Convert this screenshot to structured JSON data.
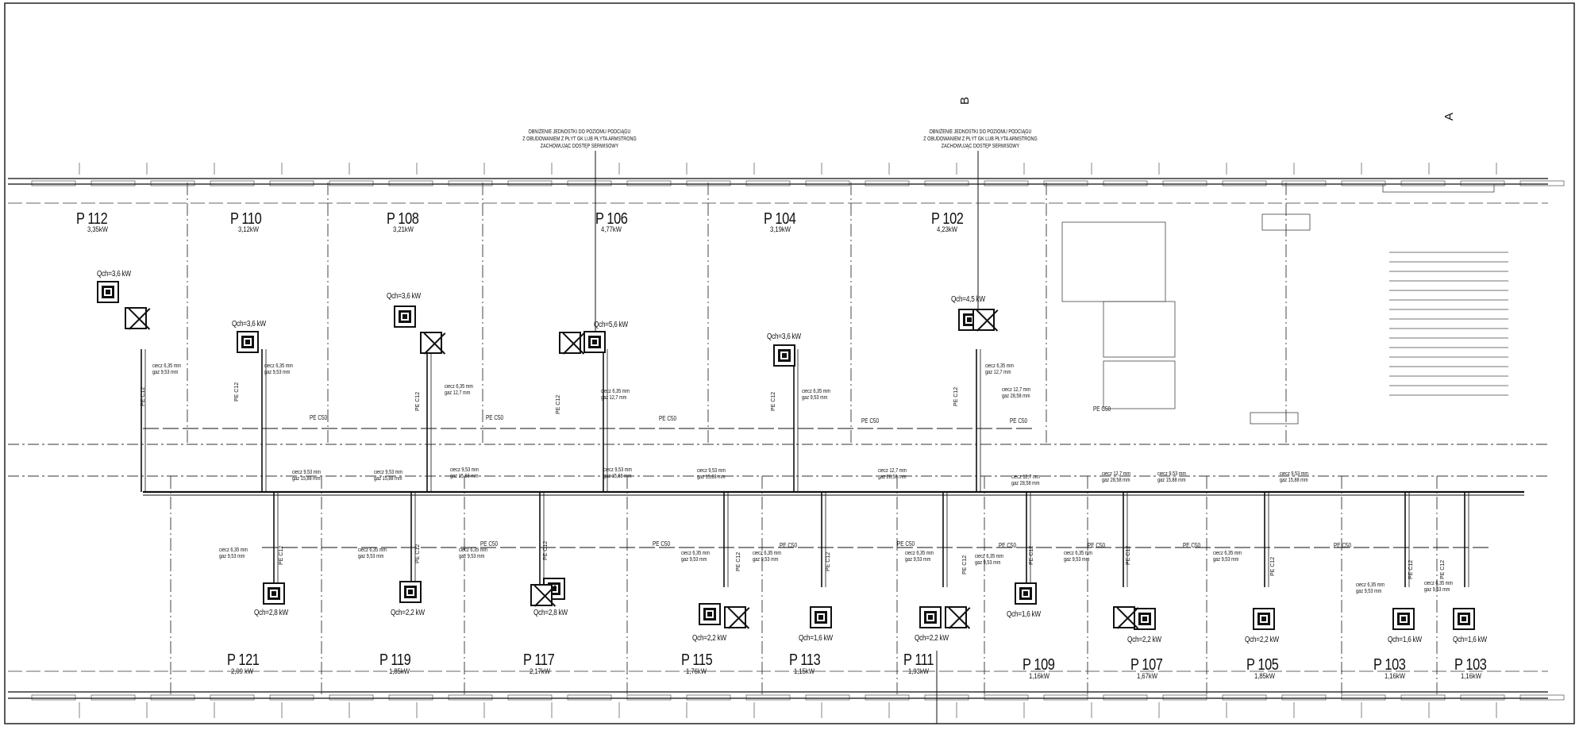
{
  "drawing": {
    "section_marks": [
      "B",
      "A"
    ],
    "notes": [
      {
        "lines": [
          "OBNIŻENIE JEDNOSTKI DO POZIOMU PODCIĄGU",
          "Z OBUDOWANIEM Z PŁYT GK LUB PŁYTA ARMSTRONG",
          "ZACHOWUJĄC DOSTĘP SERWISOWY"
        ]
      },
      {
        "lines": [
          "OBNIŻENIE JEDNOSTKI DO POZIOMU PODCIĄGU",
          "Z OBUDOWANIEM Z PŁYT GK LUB PŁYTA ARMSTRONG",
          "ZACHOWUJĄC DOSTĘP SERWISOWY"
        ]
      }
    ],
    "upper_rooms": [
      {
        "name": "P 112",
        "power": "3,35kW",
        "unit": "Qch=3,6 kW",
        "liquid": "ciecz 6,35 mm",
        "gas": "gaz 9,53 mm",
        "pipe": "PE C12"
      },
      {
        "name": "P 110",
        "power": "3,12kW",
        "unit": "Qch=3,6 kW",
        "liquid": "ciecz 6,35 mm",
        "gas": "gaz 9,53 mm",
        "pipe": "PE C12"
      },
      {
        "name": "P 108",
        "power": "3,21kW",
        "unit": "Qch=3,6 kW",
        "liquid": "ciecz 6,35 mm",
        "gas": "gaz 12,7 mm",
        "pipe": "PE C12"
      },
      {
        "name": "P 106",
        "power": "4,77kW",
        "unit": "Qch=5,6 kW",
        "liquid": "ciecz 6,35 mm",
        "gas": "gaz 12,7 mm",
        "pipe": "PE C12"
      },
      {
        "name": "P 104",
        "power": "3,19kW",
        "unit": "Qch=3,6 kW",
        "liquid": "ciecz 6,35 mm",
        "gas": "gaz 9,53 mm",
        "pipe": "PE C12"
      },
      {
        "name": "P 102",
        "power": "4,23kW",
        "unit": "Qch=4,5 kW",
        "liquid": "ciecz 6,35 mm",
        "gas": "gaz 12,7 mm",
        "pipe": "PE C12"
      }
    ],
    "lower_rooms": [
      {
        "name": "P 121",
        "power": "2,09 kW",
        "unit": "Qch=2,8 kW",
        "liquid": "ciecz 6,35 mm",
        "gas": "gaz 9,53 mm",
        "pipe": "PE C12"
      },
      {
        "name": "P 119",
        "power": "1,85kW",
        "unit": "Qch=2,2 kW",
        "liquid": "ciecz 6,35 mm",
        "gas": "gaz 9,53 mm",
        "pipe": "PE C12"
      },
      {
        "name": "P 117",
        "power": "2,17kW",
        "unit": "Qch=2,8 kW",
        "liquid": "ciecz 6,35 mm",
        "gas": "gaz 9,53 mm",
        "pipe": "PE C12"
      },
      {
        "name": "P 115",
        "power": "1,76kW",
        "unit": "Qch=2,2 kW",
        "liquid": "ciecz 6,35 mm",
        "gas": "gaz 9,53 mm",
        "pipe": "PE C12"
      },
      {
        "name": "P 113",
        "power": "1,15kW",
        "unit": "Qch=1,6 kW",
        "liquid": "ciecz 6,35 mm",
        "gas": "gaz 9,53 mm",
        "pipe": "PE C12"
      },
      {
        "name": "P 111",
        "power": "1,93kW",
        "unit": "Qch=2,2 kW",
        "liquid": "ciecz 6,35 mm",
        "gas": "gaz 9,53 mm",
        "pipe": "PE C12"
      },
      {
        "name": "P 109",
        "power": "1,16kW",
        "unit": "Qch=1,6 kW",
        "liquid": "ciecz 6,35 mm",
        "gas": "gaz 9,53 mm",
        "pipe": "PE C12"
      },
      {
        "name": "P 107",
        "power": "1,67kW",
        "unit": "Qch=2,2 kW",
        "liquid": "ciecz 6,35 mm",
        "gas": "gaz 9,53 mm",
        "pipe": "PE C12"
      },
      {
        "name": "P 105",
        "power": "1,85kW",
        "unit": "Qch=2,2 kW",
        "liquid": "ciecz 6,35 mm",
        "gas": "gaz 9,53 mm",
        "pipe": "PE C12"
      },
      {
        "name": "P 103",
        "power": "1,16kW",
        "unit": "Qch=1,6 kW",
        "liquid": "ciecz 6,35 mm",
        "gas": "gaz 9,53 mm",
        "pipe": "PE C12"
      },
      {
        "name": "P 103",
        "power": "1,16kW",
        "unit": "Qch=1,6 kW",
        "liquid": "ciecz 6,35 mm",
        "gas": "gaz 9,53 mm",
        "pipe": "PE C12"
      }
    ],
    "upper_main_pipes": [
      {
        "liquid": "ciecz 9,53 mm",
        "gas": "gaz 15,88 mm"
      },
      {
        "liquid": "ciecz 9,53 mm",
        "gas": "gaz 15,88 mm"
      },
      {
        "liquid": "ciecz 9,53 mm",
        "gas": "gaz 15,88 mm"
      },
      {
        "liquid": "ciecz 9,53 mm",
        "gas": "gaz 15,88 mm"
      },
      {
        "liquid": "ciecz 9,53 mm",
        "gas": "gaz 15,88 mm"
      },
      {
        "liquid": "ciecz 12,7 mm",
        "gas": "gaz 28,58 mm"
      },
      {
        "liquid": "ciecz 12,7 mm",
        "gas": "gaz 28,58 mm"
      },
      {
        "liquid": "ciecz 12,7 mm",
        "gas": "gaz 28,58 mm"
      },
      {
        "liquid": "ciecz 9,53 mm",
        "gas": "gaz 15,88 mm"
      },
      {
        "liquid": "ciecz 9,53 mm",
        "gas": "gaz 15,88 mm"
      }
    ],
    "upper_riser_notes": [
      {
        "liquid": "ciecz 12,7 mm",
        "gas": "gaz 28,58 mm"
      }
    ],
    "insulation_labels": [
      "PE C50",
      "PE C50",
      "PE C50",
      "PE C50",
      "PE C50",
      "PE C50",
      "PE C50",
      "PE C50",
      "PE C50",
      "PE C50",
      "PE C50",
      "PE C50",
      "PE C50",
      "PE C50"
    ]
  }
}
